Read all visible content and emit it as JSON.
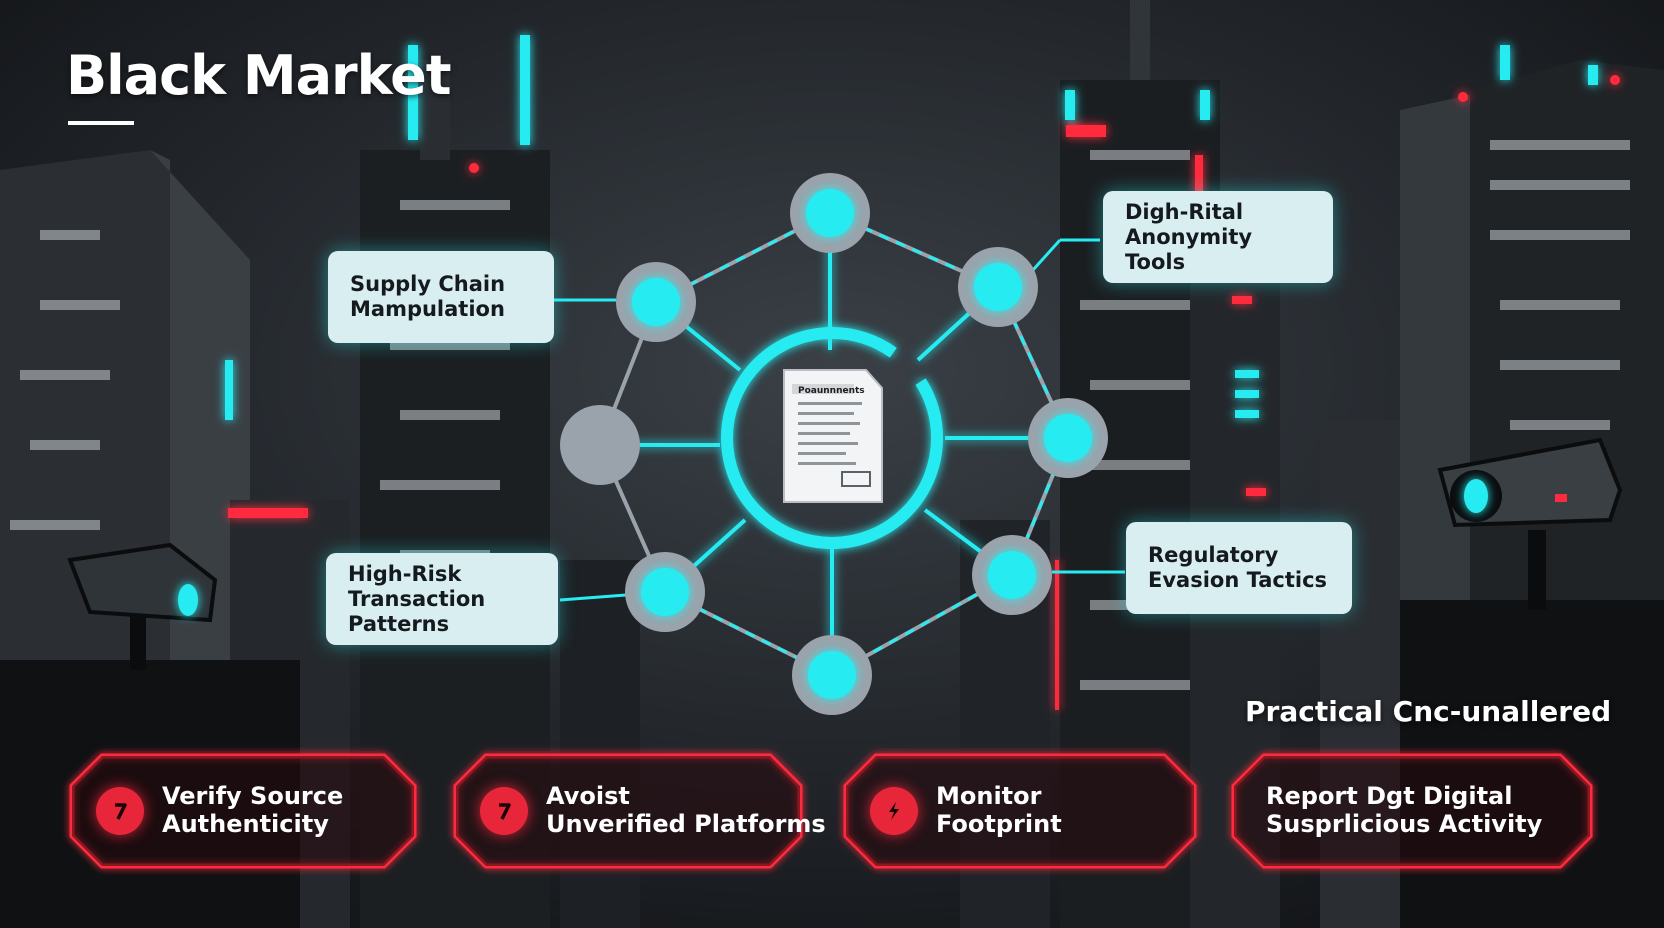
{
  "title": "Black Market",
  "center_document_label": "Poaunnnents",
  "callouts": [
    {
      "lines": [
        "Supply Chain",
        "Mampulation"
      ]
    },
    {
      "lines": [
        "Digh-Rital",
        "Anonymity Tools"
      ]
    },
    {
      "lines": [
        "High-Risk",
        "Transaction Patterns"
      ]
    },
    {
      "lines": [
        "Regulatory",
        "Evasion Tactics"
      ]
    }
  ],
  "section_label": "Practical Cnc-unallered",
  "actions": [
    {
      "lines": [
        "Verify Source",
        "Authenticity"
      ],
      "icon": "slash-icon"
    },
    {
      "lines": [
        "Avoist",
        "Unverified Platforms"
      ],
      "icon": "slash-icon"
    },
    {
      "lines": [
        "Monitor",
        "Footprint"
      ],
      "icon": "lightning-icon"
    },
    {
      "lines": [
        "Report Dgt Digital",
        "Susprlicious Activity"
      ],
      "icon": ""
    }
  ],
  "colors": {
    "accent_cyan": "#28ecf2",
    "node_ring": "#9aa3ab",
    "alert_red": "#ff2a3c",
    "callout_bg": "#d9eef0"
  }
}
